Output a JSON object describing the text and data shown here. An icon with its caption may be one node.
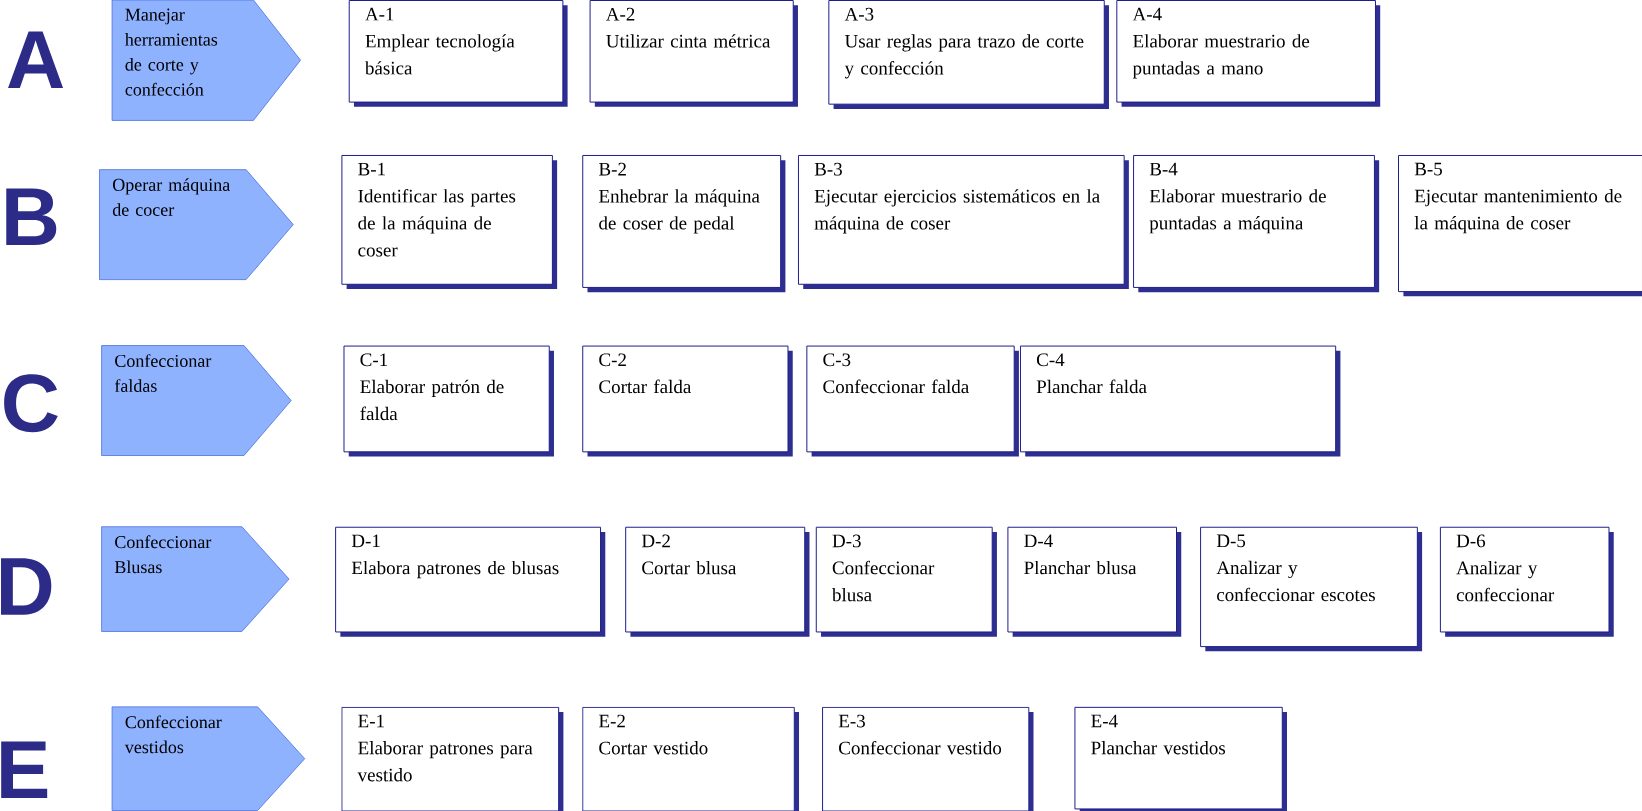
{
  "diagram": {
    "nodes": [
      {
        "text": [
          "Manejar herramientas de corte y confección"
        ]
      },
      {
        "text": [
          "A-1",
          "Emplear tecnología básica"
        ]
      },
      {
        "text": [
          "A-2",
          "Utilizar cinta métrica"
        ]
      },
      {
        "text": [
          "A-3",
          "Usar reglas para trazo de corte y confección"
        ]
      },
      {
        "text": [
          "A-4",
          "Elaborar muestrario de puntadas a mano"
        ]
      },
      {
        "text": [
          "Operar máquina de cocer"
        ]
      },
      {
        "text": [
          "B-1",
          "Identificar las partes de la máquina de coser"
        ]
      },
      {
        "text": [
          "B-2",
          "Enhebrar la máquina de coser de pedal"
        ]
      },
      {
        "text": [
          "B-3",
          "Ejecutar ejercicios sistemáticos en la máquina de coser"
        ]
      },
      {
        "text": [
          "B-4",
          "Elaborar muestrario de puntadas a máquina"
        ]
      },
      {
        "text": [
          "B-5",
          "Ejecutar mantenimiento de la máquina de coser"
        ]
      },
      {
        "text": [
          "Confeccionar faldas"
        ]
      },
      {
        "text": [
          "C-1",
          "Elaborar patrón de falda"
        ]
      },
      {
        "text": [
          "C-2",
          "Cortar falda"
        ]
      },
      {
        "text": [
          "C-3",
          "Confeccionar falda"
        ]
      },
      {
        "text": [
          "C-4",
          "Planchar falda"
        ]
      },
      {
        "text": [
          "Confeccionar Blusas"
        ]
      },
      {
        "text": [
          "D-1",
          "Elabora patrones de blusas"
        ]
      },
      {
        "text": [
          "D-2",
          "Cortar blusa"
        ]
      },
      {
        "text": [
          "D-3",
          "Confeccionar blusa"
        ]
      },
      {
        "text": [
          "D-4",
          "Planchar blusa"
        ]
      },
      {
        "text": [
          "D-5",
          "Analizar y confeccionar escotes"
        ]
      },
      {
        "text": [
          "D-6",
          "Analizar y confeccionar"
        ]
      },
      {
        "text": [
          "Confeccionar vestidos"
        ]
      },
      {
        "text": [
          "E-1",
          "Elaborar patrones para vestido"
        ]
      },
      {
        "text": [
          "E-2",
          "Cortar vestido"
        ]
      },
      {
        "text": [
          "E-3",
          "Confeccionar vestido"
        ]
      },
      {
        "text": [
          "E-4",
          "Planchar vestidos"
        ]
      }
    ],
    "labels": [
      "A",
      "B",
      "C",
      "D",
      "E"
    ]
  }
}
